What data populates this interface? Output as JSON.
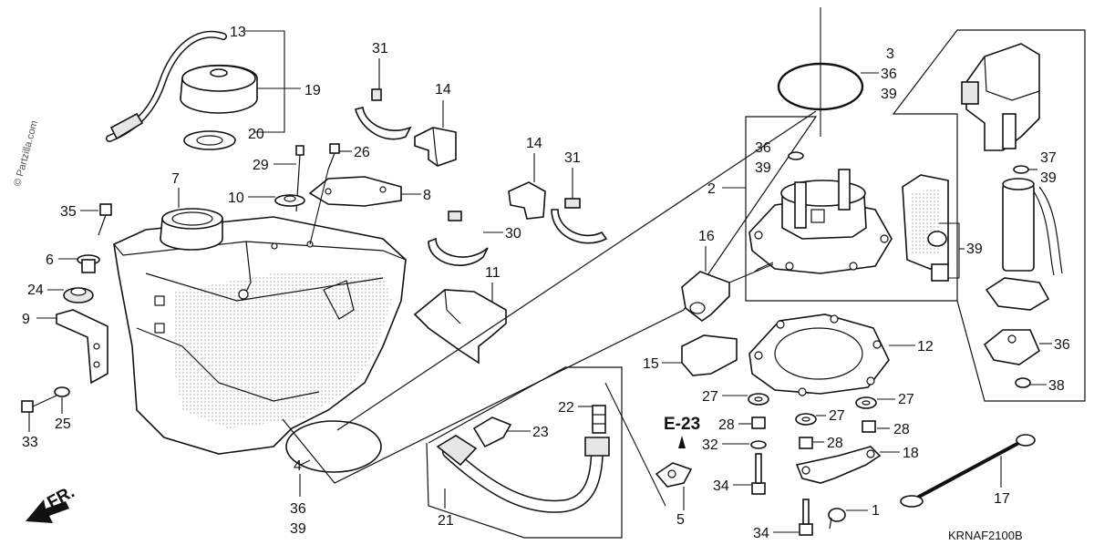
{
  "copyright": "© Partzilla.com",
  "diagram_code": "KRNAF2100B",
  "section_ref": "E-23",
  "direction_marker": "FR.",
  "callouts": {
    "c13": "13",
    "c19": "19",
    "c20": "20",
    "c31a": "31",
    "c14a": "14",
    "c14b": "14",
    "c31b": "31",
    "c29": "29",
    "c26": "26",
    "c10": "10",
    "c8": "8",
    "c7": "7",
    "c35": "35",
    "c6": "6",
    "c24": "24",
    "c9": "9",
    "c30": "30",
    "c11": "11",
    "c25": "25",
    "c33": "33",
    "c4": "4",
    "c4b": "36",
    "c4c": "39",
    "c3": "3",
    "c3b": "36",
    "c3c": "39",
    "c36a": "36",
    "c39a": "39",
    "c2": "2",
    "c39b": "39",
    "c37": "37",
    "c39c": "39",
    "c16": "16",
    "c15": "15",
    "c12": "12",
    "c36b": "36",
    "c38": "38",
    "c22": "22",
    "c23": "23",
    "c21": "21",
    "c27a": "27",
    "c27b": "27",
    "c27c": "27",
    "c28a": "28",
    "c28b": "28",
    "c28c": "28",
    "c32": "32",
    "c34a": "34",
    "c34b": "34",
    "c18": "18",
    "c1": "1",
    "c5": "5",
    "c17": "17"
  }
}
